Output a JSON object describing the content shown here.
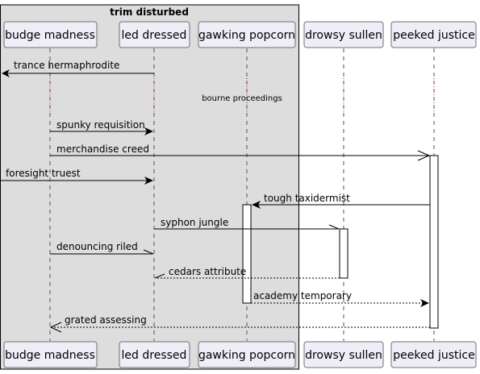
{
  "group": {
    "label": "trim disturbed"
  },
  "participants": [
    {
      "id": "budge",
      "label": "budge madness"
    },
    {
      "id": "led",
      "label": "led dressed"
    },
    {
      "id": "gawk",
      "label": "gawking popcorn"
    },
    {
      "id": "drowsy",
      "label": "drowsy sullen"
    },
    {
      "id": "peeked",
      "label": "peeked justice"
    }
  ],
  "delay_note": "bourne proceedings",
  "messages": [
    {
      "label": "trance hermaphrodite",
      "from": "led",
      "to": "left-edge",
      "style": "solid-filled"
    },
    {
      "label": "spunky requisition",
      "from": "budge",
      "to": "led",
      "style": "solid-filled"
    },
    {
      "label": "merchandise creed",
      "from": "budge",
      "to": "peeked",
      "style": "solid-open"
    },
    {
      "label": "foresight truest",
      "from": "left-edge",
      "to": "led",
      "style": "solid-filled"
    },
    {
      "label": "tough taxidermist",
      "from": "peeked",
      "to": "gawk",
      "style": "solid-filled"
    },
    {
      "label": "syphon jungle",
      "from": "led",
      "to": "drowsy",
      "style": "solid-half"
    },
    {
      "label": "denouncing riled",
      "from": "budge",
      "to": "led",
      "style": "solid-half"
    },
    {
      "label": "cedars attribute",
      "from": "drowsy",
      "to": "led",
      "style": "dashed-half"
    },
    {
      "label": "academy temporary",
      "from": "gawk",
      "to": "peeked",
      "style": "dashed-filled"
    },
    {
      "label": "grated assessing",
      "from": "peeked",
      "to": "budge",
      "style": "dashed-open"
    }
  ]
}
